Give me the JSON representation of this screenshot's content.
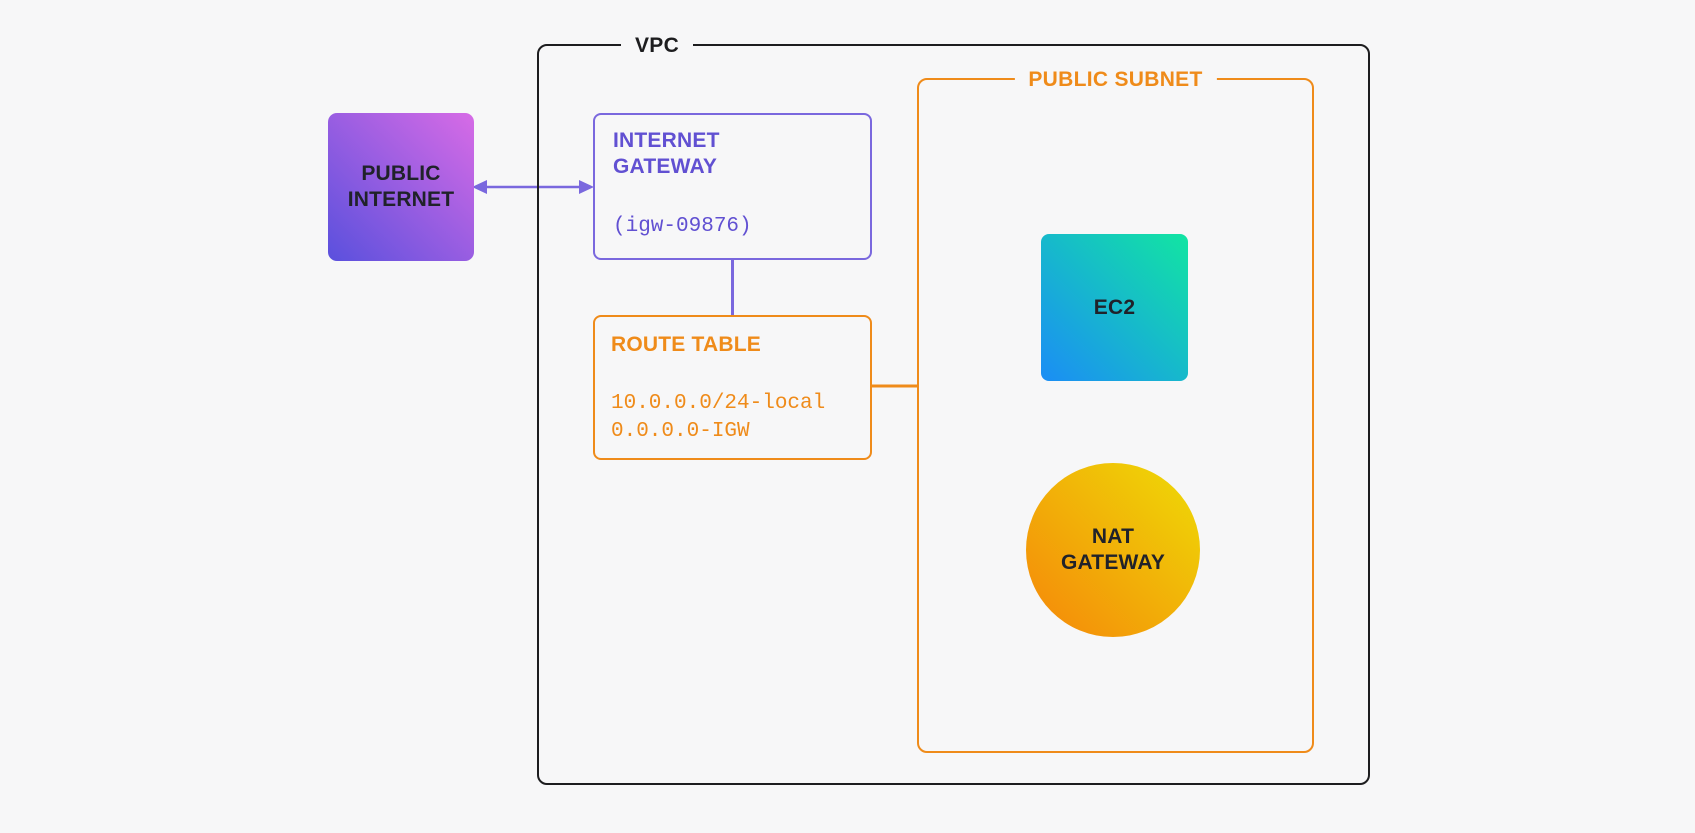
{
  "colors": {
    "bg": "#f7f7f8",
    "ink": "#1d1d1f",
    "text_dark": "#20222a",
    "purple_border": "#7a68de",
    "purple_text": "#6150d2",
    "orange": "#ef8b1a",
    "pi_a": "#5a50dd",
    "pi_b": "#d76be6",
    "ec2_a": "#1b8df5",
    "ec2_b": "#12e5a2",
    "nat_a": "#f5860a",
    "nat_b": "#eedc06"
  },
  "vpc": {
    "label": "VPC"
  },
  "subnet": {
    "label": "PUBLIC SUBNET"
  },
  "public_internet": {
    "label": "PUBLIC INTERNET"
  },
  "internet_gateway": {
    "title": "INTERNET GATEWAY",
    "gateway_id": "(igw-09876)"
  },
  "route_table": {
    "title": "ROUTE TABLE",
    "routes": [
      "10.0.0.0/24-local",
      "0.0.0.0-IGW"
    ]
  },
  "ec2": {
    "label": "EC2"
  },
  "nat_gateway": {
    "label": "NAT GATEWAY"
  }
}
